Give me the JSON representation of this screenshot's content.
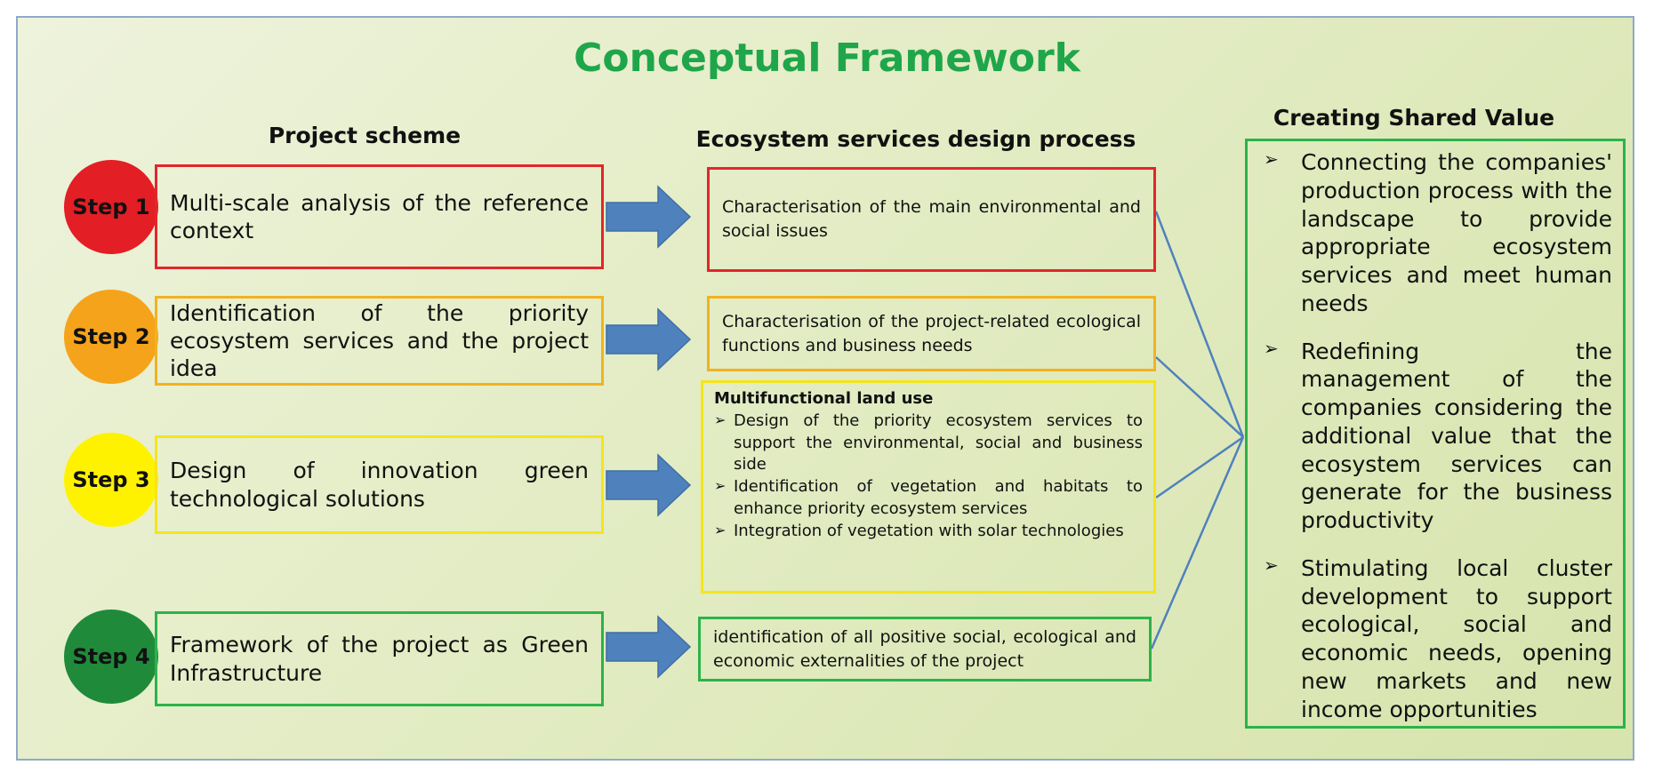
{
  "title": "Conceptual Framework",
  "headers": {
    "project_scheme": "Project scheme",
    "ecosystem_process": "Ecosystem services design process",
    "csv": "Creating Shared Value"
  },
  "steps": [
    {
      "label": "Step 1",
      "color": "#e31e24",
      "text": "Multi-scale analysis of the reference context"
    },
    {
      "label": "Step 2",
      "color": "#f5a31b",
      "text": "Identification of the priority ecosystem services and the project idea"
    },
    {
      "label": "Step 3",
      "color": "#fff200",
      "text": "Design of innovation green technological solutions"
    },
    {
      "label": "Step 4",
      "color": "#1f8b3a",
      "text": "Framework of the project as Green Infrastructure"
    }
  ],
  "process": {
    "p1": "Characterisation of the main environmental and social issues",
    "p2": "Characterisation of the project-related ecological functions and business needs",
    "p3": {
      "heading": "Multifunctional land use",
      "items": [
        "Design of the priority ecosystem services to support the environmental, social and business side",
        "Identification of vegetation and habitats to enhance priority ecosystem services",
        "Integration of vegetation with solar technologies"
      ]
    },
    "p4": "identification of all positive social, ecological and economic externalities of the project"
  },
  "csv_items": [
    "Connecting the companies' production process with the landscape to provide appropriate ecosystem services and meet human needs",
    "Redefining the management of the companies considering the additional value that the ecosystem services can generate for the business productivity",
    "Stimulating local cluster development to support ecological, social and economic needs, opening new markets and new income opportunities"
  ],
  "colors": {
    "title": "#1fa64a",
    "arrow_fill": "#4f81bd",
    "connector": "#4f81bd",
    "red_border": "#e3262b",
    "orange_border": "#f2b21f",
    "yellow_border": "#f4e51a",
    "green_border": "#2bb34a"
  }
}
